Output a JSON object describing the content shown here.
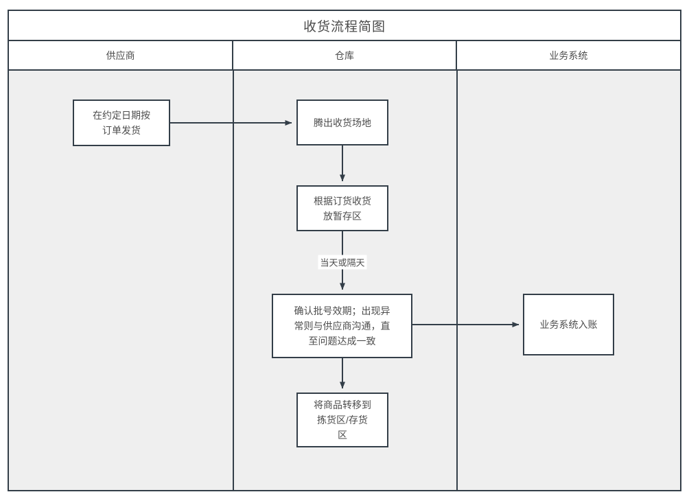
{
  "diagram": {
    "title": "收货流程简图",
    "type": "swimlane-flowchart",
    "colors": {
      "border": "#333e48",
      "lane_body_bg": "#efefef",
      "node_bg": "#ffffff",
      "text": "#4d4d4d",
      "page_bg": "#ffffff"
    },
    "lanes": [
      {
        "id": "supplier",
        "label": "供应商"
      },
      {
        "id": "warehouse",
        "label": "仓库"
      },
      {
        "id": "business-system",
        "label": "业务系统"
      }
    ],
    "nodes": [
      {
        "id": "n1",
        "lane": "supplier",
        "label": "在约定日期按\n订单发货"
      },
      {
        "id": "n2",
        "lane": "warehouse",
        "label": "腾出收货场地"
      },
      {
        "id": "n3",
        "lane": "warehouse",
        "label": "根据订货收货\n放暂存区"
      },
      {
        "id": "n4",
        "lane": "warehouse",
        "label": "确认批号效期；出现异\n常则与供应商沟通，直\n至问题达成一致"
      },
      {
        "id": "n5",
        "lane": "business-system",
        "label": "业务系统入账"
      },
      {
        "id": "n6",
        "lane": "warehouse",
        "label": "将商品转移到\n拣货区/存货\n区"
      }
    ],
    "edges": [
      {
        "from": "n1",
        "to": "n2",
        "label": ""
      },
      {
        "from": "n2",
        "to": "n3",
        "label": ""
      },
      {
        "from": "n3",
        "to": "n4",
        "label": "当天或隔天"
      },
      {
        "from": "n4",
        "to": "n5",
        "label": ""
      },
      {
        "from": "n4",
        "to": "n6",
        "label": ""
      }
    ]
  }
}
